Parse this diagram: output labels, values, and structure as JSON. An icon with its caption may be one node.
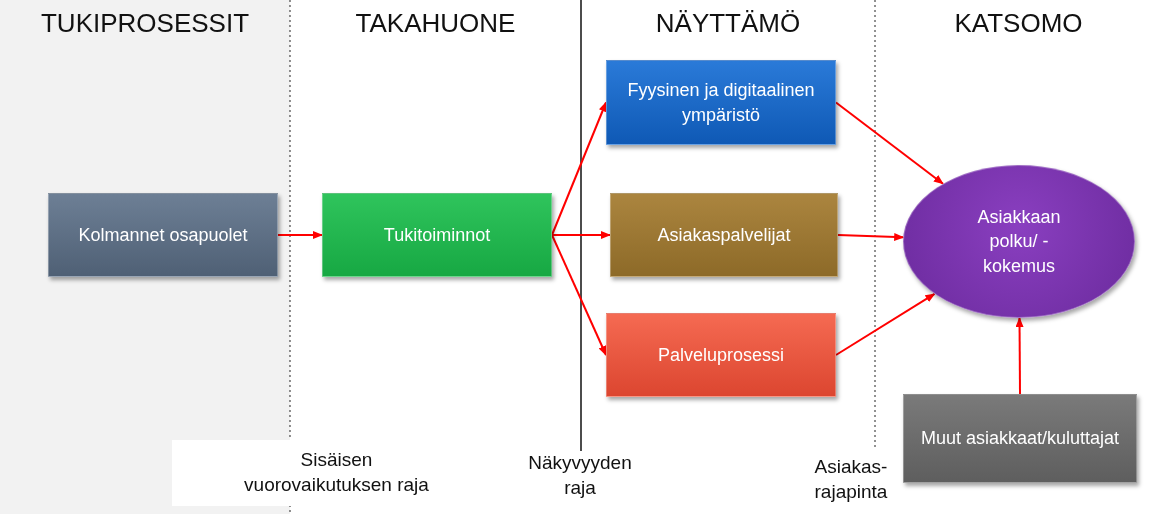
{
  "diagram": {
    "nodes": [
      {
        "text": [
          "Kolmannet osapuolet"
        ]
      },
      {
        "text": [
          "Tukitoiminnot"
        ]
      },
      {
        "text": [
          "Fyysinen ja digitaalinen ympäristö"
        ]
      },
      {
        "text": [
          "Asiakaspalvelijat"
        ]
      },
      {
        "text": [
          "Palveluprosessi"
        ]
      },
      {
        "text": [
          "Asiakkaan polku/ - kokemus"
        ]
      },
      {
        "text": [
          "Muut asiakkaat/kuluttajat"
        ]
      }
    ],
    "edges": [
      {
        "from": 0,
        "to": 1,
        "arrow": "to"
      },
      {
        "from": 1,
        "to": 2,
        "arrow": "to"
      },
      {
        "from": 1,
        "to": 3,
        "arrow": "to"
      },
      {
        "from": 1,
        "to": 4,
        "arrow": "to"
      },
      {
        "from": 2,
        "to": 5,
        "arrow": "to"
      },
      {
        "from": 3,
        "to": 5,
        "arrow": "to"
      },
      {
        "from": 4,
        "to": 5,
        "arrow": "to"
      },
      {
        "from": 6,
        "to": 5,
        "arrow": "to"
      }
    ],
    "labels": [
      "TUKIPROSESSIT",
      "TAKAHUONE",
      "NÄYTTÄMÖ",
      "KATSOMO",
      "Sisäisen vuorovaikutuksen raja",
      "Näkyvyyden raja",
      "Asiakas- rajapinta"
    ]
  }
}
